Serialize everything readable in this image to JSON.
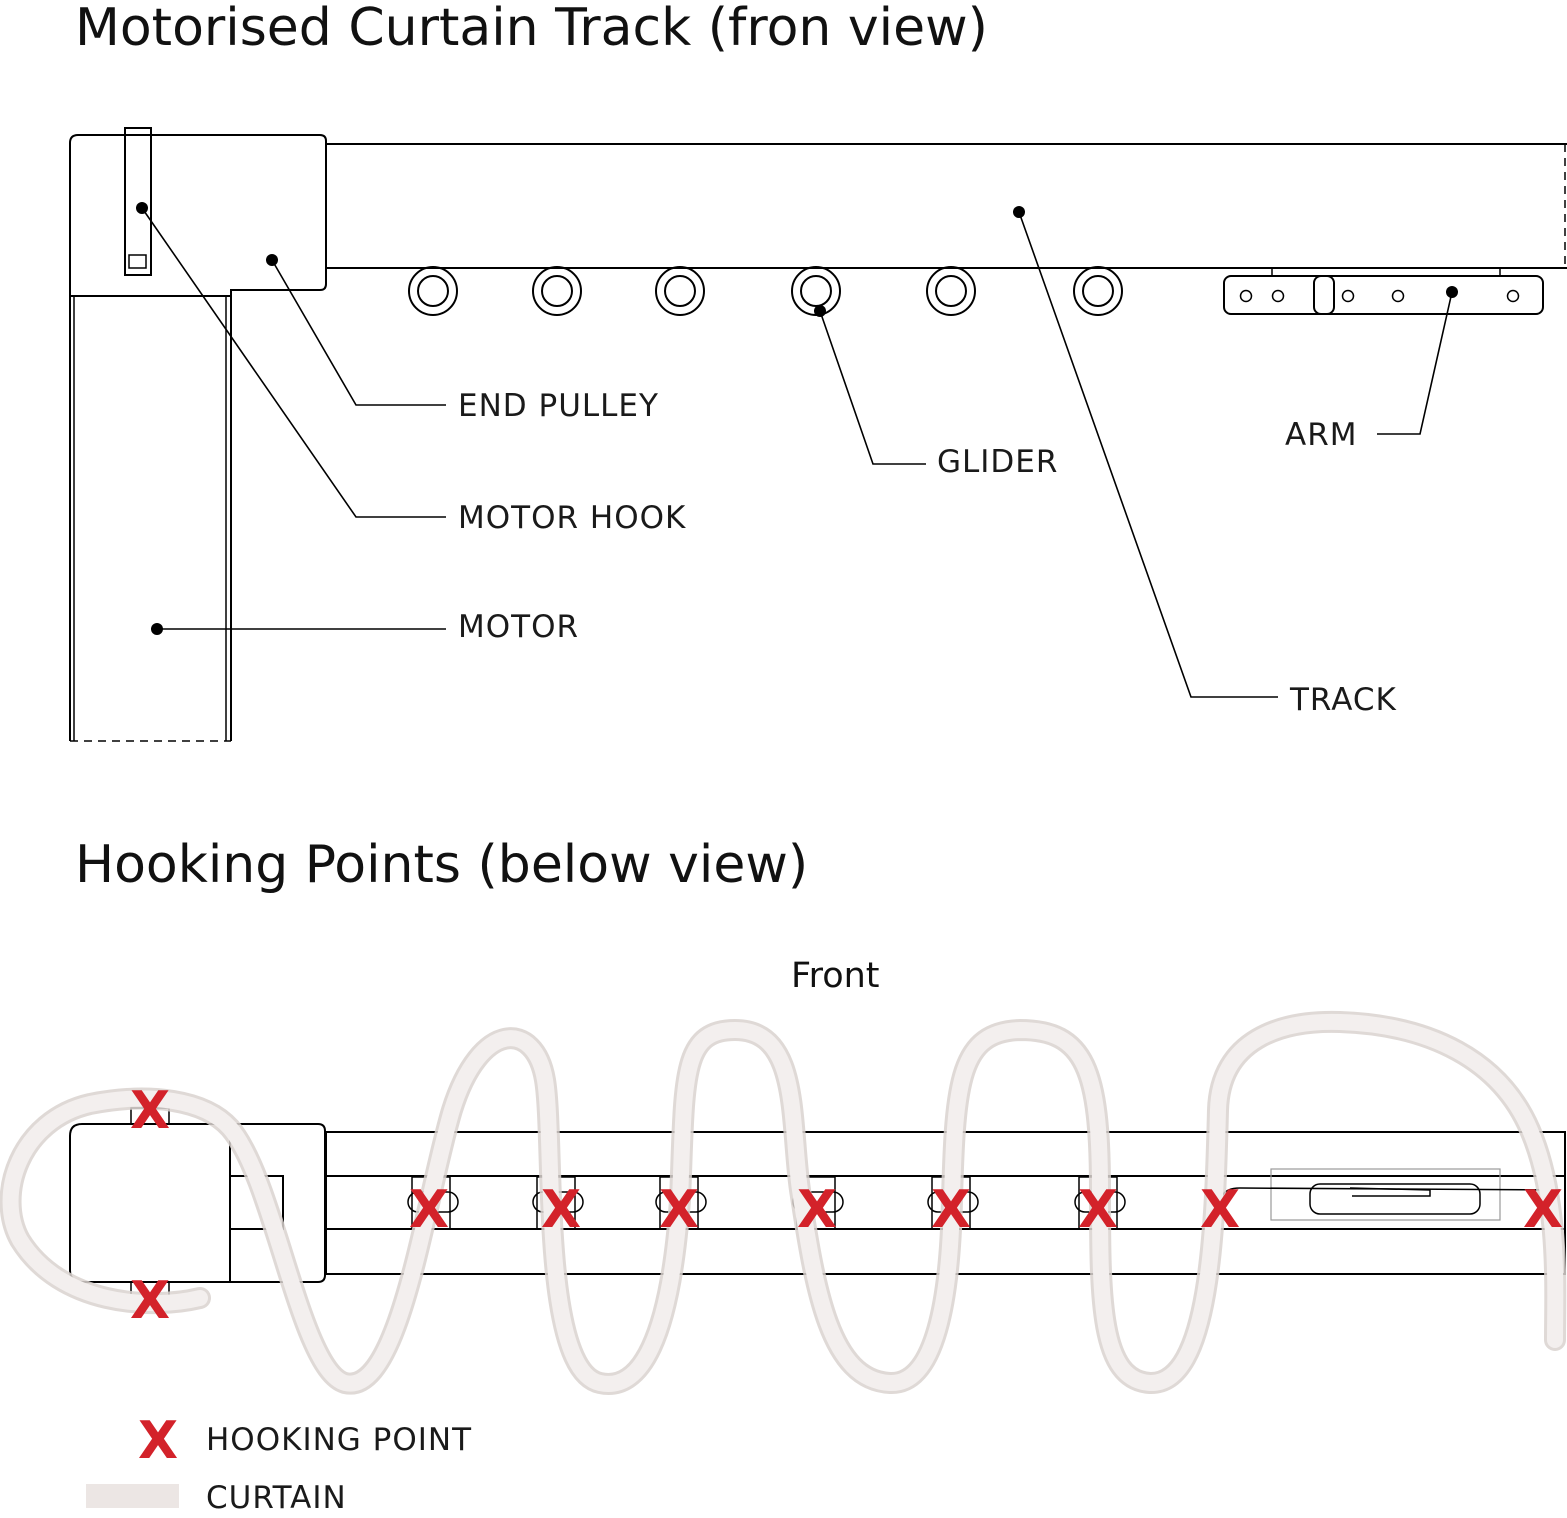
{
  "front_view": {
    "title": "Motorised Curtain Track (fron view)",
    "labels": {
      "end_pulley": "END PULLEY",
      "motor_hook": "MOTOR HOOK",
      "motor": "MOTOR",
      "glider": "GLIDER",
      "arm": "ARM",
      "track": "TRACK"
    }
  },
  "below_view": {
    "title": "Hooking Points (below view)",
    "front_label": "Front",
    "hook_mark": "X"
  },
  "legend": {
    "hooking_point_symbol": "X",
    "hooking_point_label": "HOOKING POINT",
    "curtain_label": "CURTAIN"
  },
  "colors": {
    "hooking_point": "#d3222a",
    "curtain": "#e9e3e1",
    "line": "#000000"
  }
}
